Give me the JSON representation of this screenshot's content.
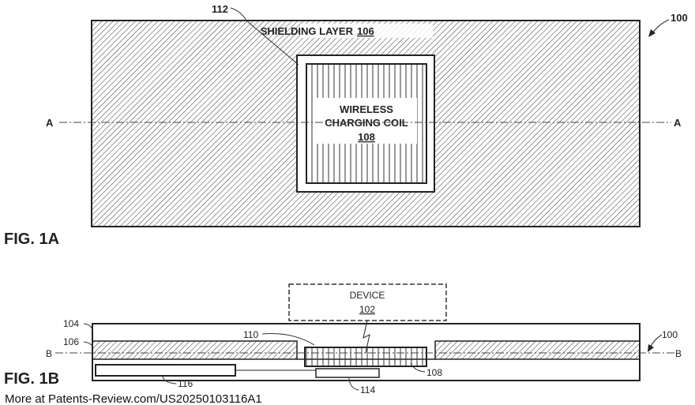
{
  "fig1a": {
    "figure_label": "FIG. 1A",
    "shielding_label": "SHIELDING LAYER",
    "shielding_ref": "106",
    "coil_line1": "WIRELESS",
    "coil_line2": "CHARGING COIL",
    "coil_ref": "108",
    "gap_ref": "112",
    "assembly_ref": "100",
    "section_left": "A",
    "section_right": "A"
  },
  "fig1b": {
    "figure_label": "FIG. 1B",
    "device_label": "DEVICE",
    "device_ref": "102",
    "ref_104": "104",
    "ref_106": "106",
    "ref_110": "110",
    "ref_108": "108",
    "ref_114": "114",
    "ref_116": "116",
    "assembly_ref": "100",
    "section_left": "B",
    "section_right": "B"
  },
  "watermark": "More at Patents-Review.com/US20250103116A1"
}
